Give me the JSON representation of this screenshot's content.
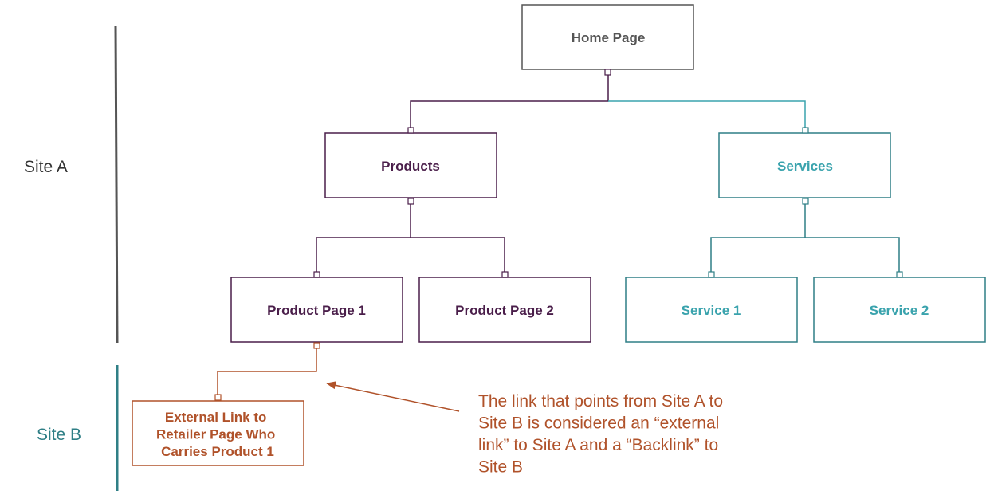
{
  "colors": {
    "gray": "#555555",
    "purple": "#4a1e4a",
    "teal": "#3aa3ad",
    "teal_line": "#2f7f86",
    "orange": "#b0522a"
  },
  "sites": {
    "site_a": "Site A",
    "site_b": "Site B"
  },
  "nodes": {
    "home": "Home Page",
    "products": "Products",
    "services": "Services",
    "product_page_1": "Product Page 1",
    "product_page_2": "Product Page 2",
    "service_1": "Service 1",
    "service_2": "Service 2",
    "external_link": [
      "External Link to",
      "Retailer Page Who",
      "Carries Product 1"
    ]
  },
  "note": {
    "lines": [
      "The link that points from Site A to",
      "Site B is considered an “external",
      "link” to Site A and a “Backlink” to",
      "Site B"
    ]
  }
}
